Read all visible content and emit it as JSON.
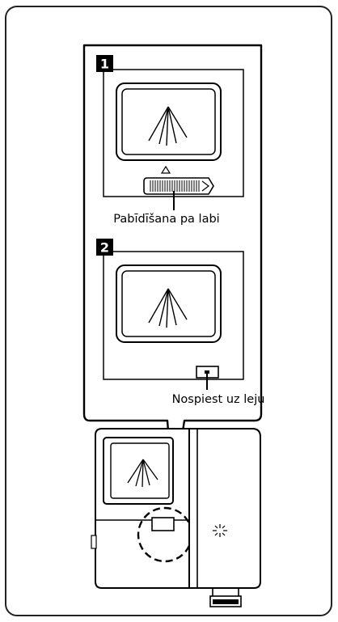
{
  "steps": [
    {
      "number": "1",
      "caption": "Pabīdīšana pa labi"
    },
    {
      "number": "2",
      "caption": "Nospiest uz leju"
    }
  ],
  "colors": {
    "stroke": "#000000",
    "background": "#ffffff",
    "frame": "#222222"
  },
  "icons": [
    "spray-icon",
    "slider-icon",
    "push-button-icon",
    "sparkle-icon",
    "dashed-circle-highlight"
  ]
}
